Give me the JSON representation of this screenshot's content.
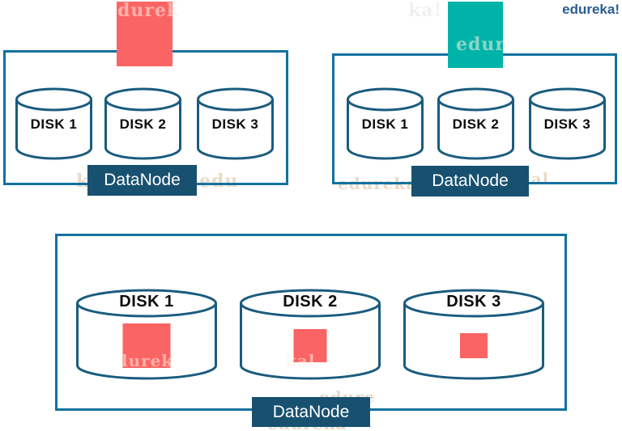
{
  "logo": {
    "text": "edureka!"
  },
  "palette": {
    "coral": "#FB6464",
    "teal": "#00B3A8",
    "box-border": "#1271A0",
    "cylinder-stroke": "#1A5C7E",
    "node-label-bg": "#185170",
    "node-label-text": "#FFFFFF",
    "disk-label-text": "#0B0B0B",
    "logo-color": "#275D91"
  },
  "nodes": [
    {
      "label": "DataNode",
      "incoming_block_color": "#FB6464",
      "disks": [
        {
          "name": "DISK 1"
        },
        {
          "name": "DISK 2"
        },
        {
          "name": "DISK 3"
        }
      ]
    },
    {
      "label": "DataNode",
      "incoming_block_color": "#00B3A8",
      "disks": [
        {
          "name": "DISK 1"
        },
        {
          "name": "DISK 2"
        },
        {
          "name": "DISK 3"
        }
      ]
    },
    {
      "label": "DataNode",
      "disks": [
        {
          "name": "DISK 1",
          "stored_block": "large"
        },
        {
          "name": "DISK 2",
          "stored_block": "medium"
        },
        {
          "name": "DISK 3",
          "stored_block": "small"
        }
      ]
    }
  ],
  "watermarks": {
    "fragments": [
      "durek",
      "ka!",
      "edur",
      "ka.",
      "edu",
      "edureka!",
      "ekal",
      "lurek",
      "kal",
      "edure",
      "edureka"
    ]
  }
}
